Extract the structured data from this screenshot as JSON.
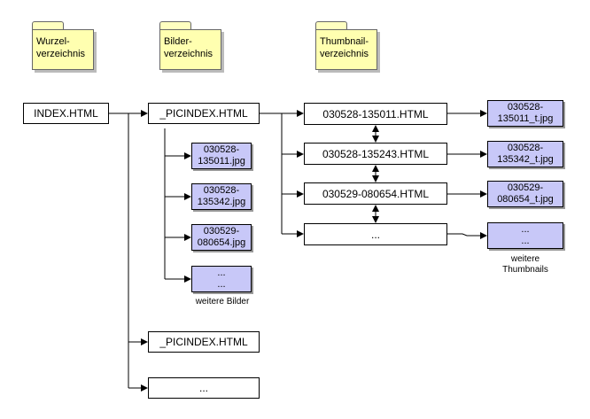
{
  "folders": {
    "root": "Wurzel-\nverzeichnis",
    "images": "Bilder-\nverzeichnis",
    "thumbs": "Thumbnail-\nverzeichnis"
  },
  "nodes": {
    "index": "INDEX.HTML",
    "picindex1": "_PICINDEX.HTML",
    "picindex2": "_PICINDEX.HTML",
    "more_root": "...",
    "page1": "030528-135011.HTML",
    "page2": "030528-135243.HTML",
    "page3": "030529-080654.HTML",
    "page_more": "..."
  },
  "images": {
    "img1": "030528-\n135011.jpg",
    "img2": "030528-\n135342.jpg",
    "img3": "030529-\n080654.jpg",
    "img_more": "...\n..."
  },
  "thumbs": {
    "t1": "030528-\n135011_t.jpg",
    "t2": "030528-\n135342_t.jpg",
    "t3": "030529-\n080654_t.jpg",
    "t_more": "...\n..."
  },
  "captions": {
    "more_images": "weitere Bilder",
    "more_thumbs": "weitere\nThumbnails"
  }
}
